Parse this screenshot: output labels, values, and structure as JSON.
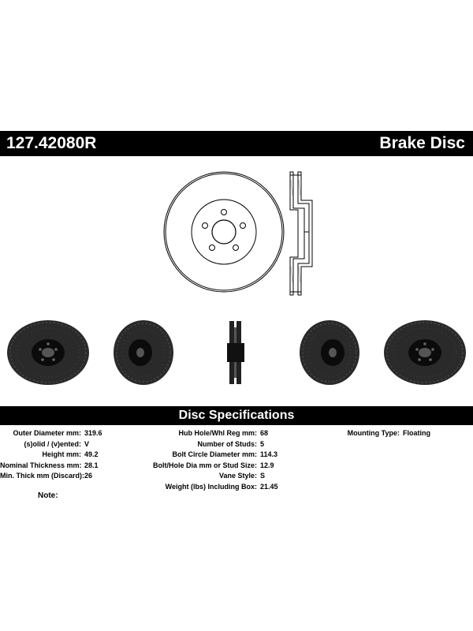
{
  "header": {
    "part_number": "127.42080R",
    "product_type": "Brake Disc"
  },
  "section_title": "Disc Specifications",
  "specs": {
    "col1": [
      {
        "label": "Outer Diameter mm:",
        "value": "319.6"
      },
      {
        "label": "(s)olid / (v)ented:",
        "value": "V"
      },
      {
        "label": "Height mm:",
        "value": "49.2"
      },
      {
        "label": "Nominal Thickness mm:",
        "value": "28.1"
      },
      {
        "label": "Min. Thick mm (Discard):",
        "value": "26"
      }
    ],
    "col2": [
      {
        "label": "Hub Hole/Whl Reg mm:",
        "value": "68"
      },
      {
        "label": "Number of Studs:",
        "value": "5"
      },
      {
        "label": "Bolt Circle Diameter mm:",
        "value": "114.3"
      },
      {
        "label": "Bolt/Hole Dia mm or Stud Size:",
        "value": "12.9"
      },
      {
        "label": "Vane Style:",
        "value": "S"
      },
      {
        "label": "Weight (lbs) Including Box:",
        "value": "21.45"
      }
    ],
    "col3": [
      {
        "label": "Mounting Type:",
        "value": "Floating"
      }
    ]
  },
  "note_label": "Note:"
}
